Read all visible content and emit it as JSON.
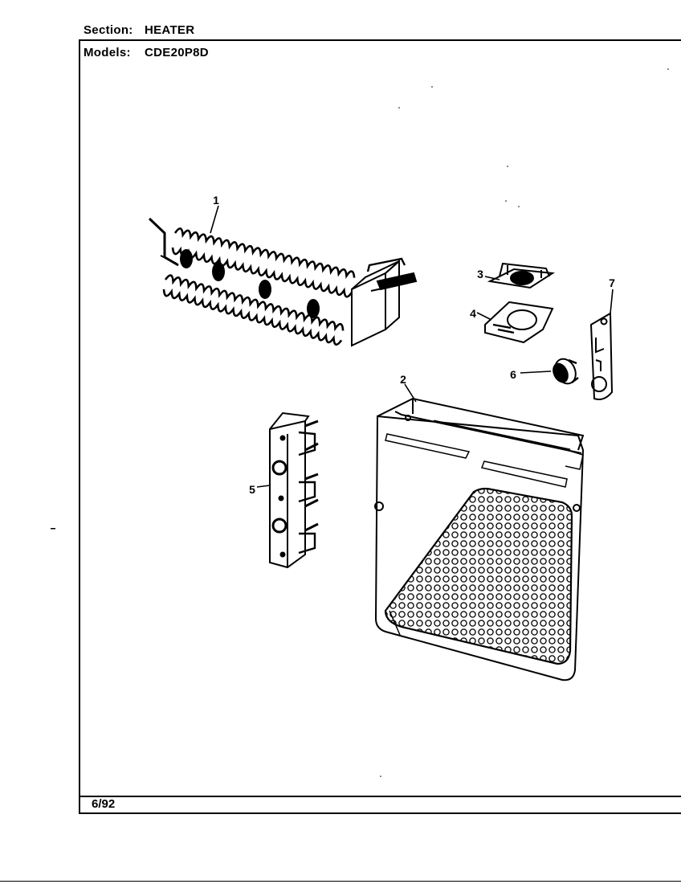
{
  "header": {
    "section_label": "Section:",
    "section_value": "HEATER",
    "models_label": "Models:",
    "models_value": "CDE20P8D"
  },
  "footer": {
    "date": "6/92"
  },
  "callouts": {
    "c1": "1",
    "c2": "2",
    "c3": "3",
    "c4": "4",
    "c5": "5",
    "c6": "6",
    "c7": "7"
  }
}
